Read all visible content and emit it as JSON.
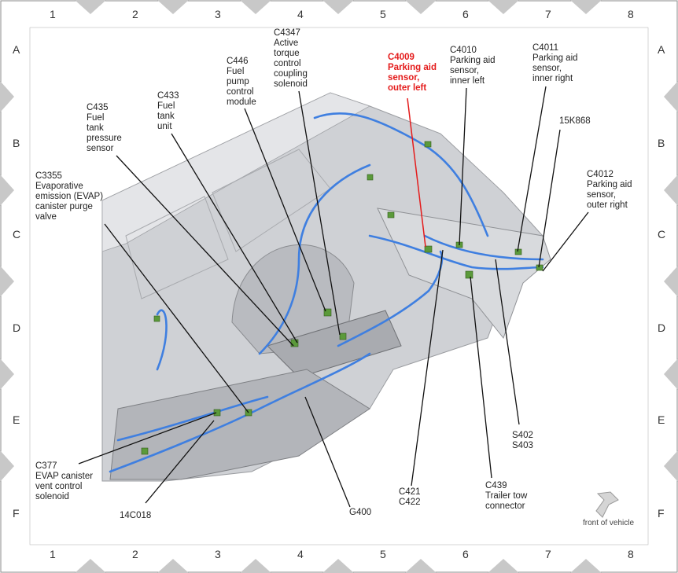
{
  "grid": {
    "columns": [
      "1",
      "2",
      "3",
      "4",
      "5",
      "6",
      "7",
      "8"
    ],
    "rows": [
      "A",
      "B",
      "C",
      "D",
      "E",
      "F"
    ]
  },
  "labels": [
    {
      "id": "c4347",
      "text": "C4347\nActive\ntorque\ncontrol\ncoupling\nsolenoid",
      "highlight": false
    },
    {
      "id": "c446",
      "text": "C446\nFuel\npump\ncontrol\nmodule",
      "highlight": false
    },
    {
      "id": "c433",
      "text": "C433\nFuel\ntank\nunit",
      "highlight": false
    },
    {
      "id": "c435",
      "text": "C435\nFuel\ntank\npressure\nsensor",
      "highlight": false
    },
    {
      "id": "c3355",
      "text": "C3355\nEvaporative\nemission (EVAP)\ncanister purge\nvalve",
      "highlight": false
    },
    {
      "id": "c4009",
      "text": "C4009\nParking aid\nsensor,\nouter left",
      "highlight": true
    },
    {
      "id": "c4010",
      "text": "C4010\nParking aid\nsensor,\ninner left",
      "highlight": false
    },
    {
      "id": "c4011",
      "text": "C4011\nParking aid\nsensor,\ninner right",
      "highlight": false
    },
    {
      "id": "k15k868",
      "text": "15K868",
      "highlight": false
    },
    {
      "id": "c4012",
      "text": "C4012\nParking aid\nsensor,\nouter right",
      "highlight": false
    },
    {
      "id": "c377",
      "text": "C377\nEVAP canister\nvent control\nsolenoid",
      "highlight": false
    },
    {
      "id": "c14c018",
      "text": "14C018",
      "highlight": false
    },
    {
      "id": "g400",
      "text": "G400",
      "highlight": false
    },
    {
      "id": "c421",
      "text": "C421\nC422",
      "highlight": false
    },
    {
      "id": "c439",
      "text": "C439\nTrailer tow\nconnector",
      "highlight": false
    },
    {
      "id": "s402",
      "text": "S402\nS403",
      "highlight": false
    }
  ],
  "front_label": "front of vehicle",
  "colors": {
    "highlight": "#e41b1b",
    "harness": "#3f7fe0",
    "connector": "#5b9a3a",
    "body": "#c9cbd0"
  }
}
